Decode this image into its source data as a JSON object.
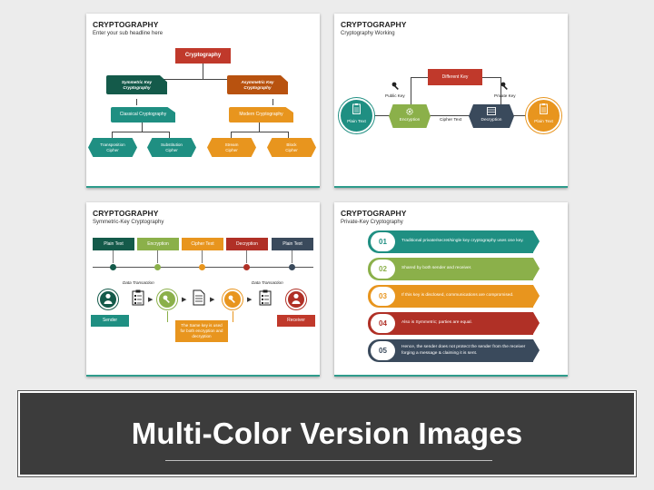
{
  "slides": [
    {
      "title": "CRYPTOGRAPHY",
      "subtitle": "Enter your sub headline here",
      "nodes": {
        "root": "Cryptography",
        "symmetric": "Symmetric Key\nCryptography",
        "asymmetric": "Asymmetric Key\nCryptography",
        "classical": "Classical Cryptography",
        "modern": "Modern Cryptography",
        "transposition": "Transposition\nCipher",
        "substitution": "Substitution\nCipher",
        "stream": "Stream\nCipher",
        "block": "Block\nCipher"
      }
    },
    {
      "title": "CRYPTOGRAPHY",
      "subtitle": "Cryptography Working",
      "nodes": {
        "different_key": "Different Key",
        "public_key": "Public Key",
        "private_key": "Private Key",
        "plain_text_left": "Plain Text",
        "encryption": "Encryption",
        "cipher_text": "Cipher Text",
        "decryption": "Decryption",
        "plain_text_right": "Plain Text"
      }
    },
    {
      "title": "CRYPTOGRAPHY",
      "subtitle": "Symmetric-Key Cryptography",
      "steps": [
        "Plain Text",
        "Encryption",
        "Cipher Text",
        "Decryption",
        "Plain Text"
      ],
      "data_transaction_left": "Data Transaction",
      "data_transaction_right": "Data Transaction",
      "sender": "Sender",
      "receiver": "Receiver",
      "note": "The Same key is used\nfor both encryption and\ndecryption"
    },
    {
      "title": "CRYPTOGRAPHY",
      "subtitle": "Private-Key Cryptography",
      "items": [
        {
          "num": "01",
          "text": "Traditional private/secret/single key cryptography uses one key."
        },
        {
          "num": "02",
          "text": "Shared by both sender and receiver."
        },
        {
          "num": "03",
          "text": "If this key is disclosed, communications are compromised."
        },
        {
          "num": "04",
          "text": "Also is Symmetric; parties are equal."
        },
        {
          "num": "05",
          "text": "Hence, the sender does not protect the sender from the receiver forging a message & claiming it is sent."
        }
      ]
    }
  ],
  "banner": {
    "title": "Multi-Color Version Images"
  },
  "colors": {
    "red": "#c0392b",
    "teal": "#1f8f82",
    "dark_teal": "#145a4a",
    "orange": "#e8951e",
    "dark_orange": "#b8520f",
    "green": "#8bb04a",
    "dark_red": "#b03026",
    "navy": "#3a4a5c",
    "border_teal": "#2e9c8c"
  }
}
